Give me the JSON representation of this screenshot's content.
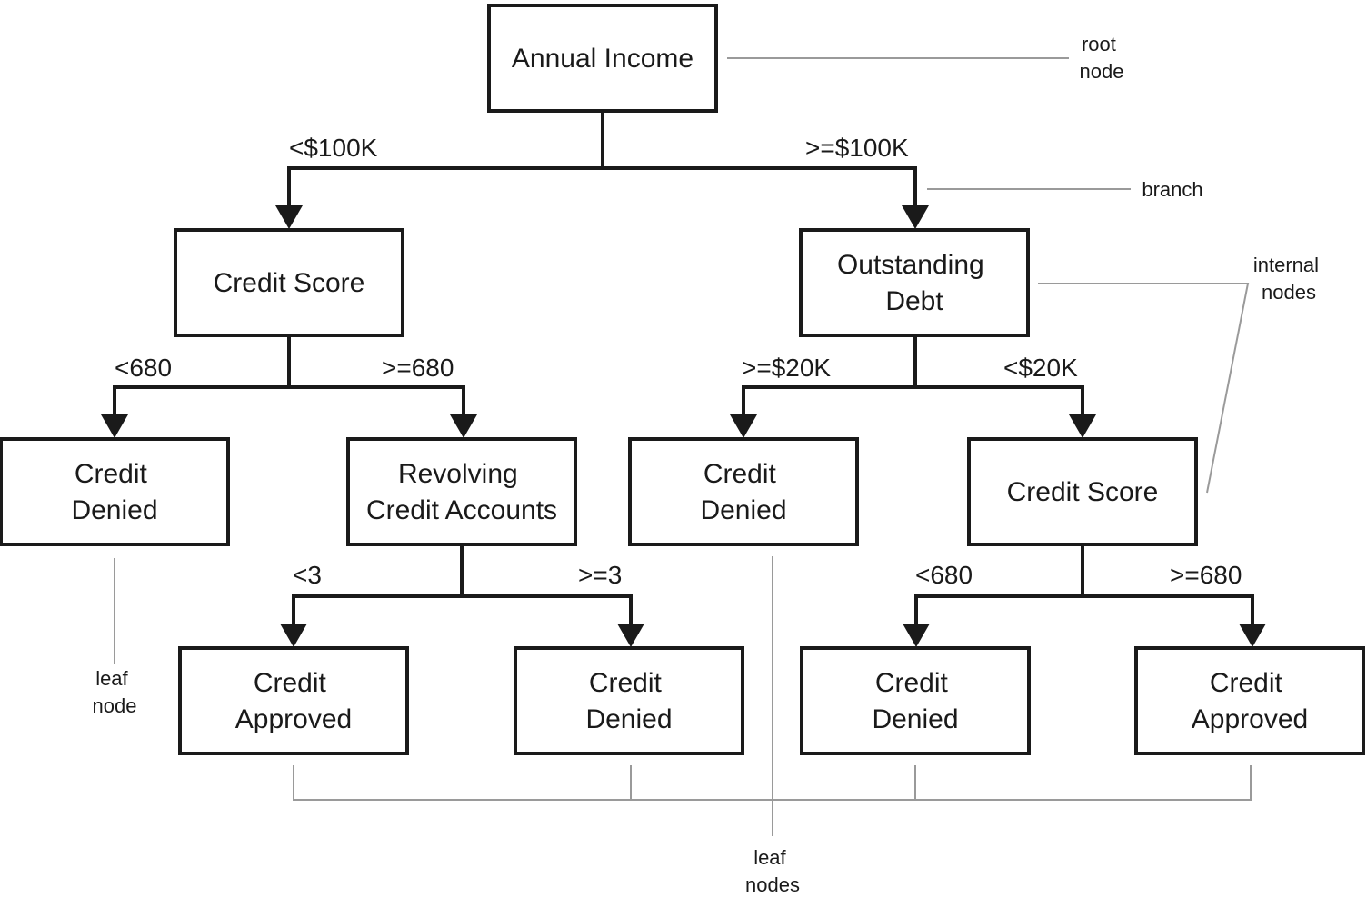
{
  "nodes": {
    "root": [
      "Annual Income"
    ],
    "left_credit_score": [
      "Credit Score"
    ],
    "outstanding_debt": [
      "Outstanding",
      "Debt"
    ],
    "left_denied": [
      "Credit",
      "Denied"
    ],
    "revolving": [
      "Revolving",
      "Credit Accounts"
    ],
    "mid_denied": [
      "Credit",
      "Denied"
    ],
    "right_credit_score": [
      "Credit Score"
    ],
    "approved_1": [
      "Credit",
      "Approved"
    ],
    "denied_2": [
      "Credit",
      "Denied"
    ],
    "denied_3": [
      "Credit",
      "Denied"
    ],
    "approved_2": [
      "Credit",
      "Approved"
    ]
  },
  "edge_labels": {
    "income_lt": "<$100K",
    "income_ge": ">=$100K",
    "score_lt": "<680",
    "score_ge": ">=680",
    "debt_ge": ">=$20K",
    "debt_lt": "<$20K",
    "revolving_lt": "<3",
    "revolving_ge": ">=3",
    "score2_lt": "<680",
    "score2_ge": ">=680"
  },
  "callouts": {
    "root_node": [
      "root",
      "node"
    ],
    "branch": [
      "branch"
    ],
    "internal_nodes": [
      "internal",
      "nodes"
    ],
    "leaf_node": [
      "leaf",
      "node"
    ],
    "leaf_nodes": [
      "leaf",
      "nodes"
    ]
  }
}
